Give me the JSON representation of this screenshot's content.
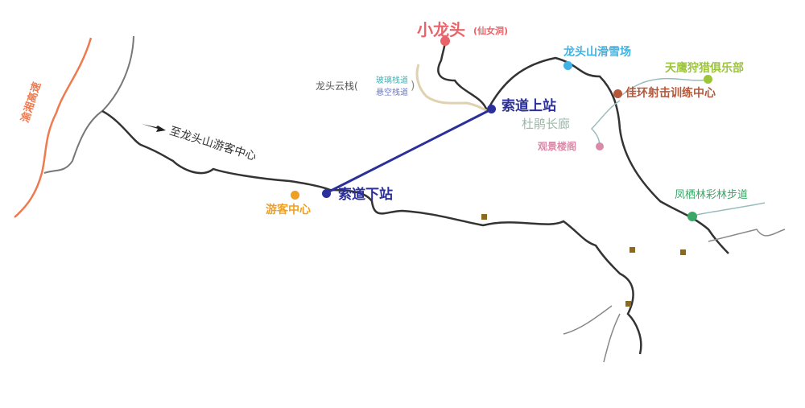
{
  "title": "龙头山景区导览图",
  "labels": {
    "xiaolongtou": "小龙头",
    "xiannvdong": "(仙女洞)",
    "longtou_yunzhan": "龙头云栈(",
    "boli_zhandao": "玻璃栈道",
    "xuankong_zhandao": "悬空栈道",
    "bracket_close": ")",
    "suodao_shangzhan": "索道上站",
    "suodao_xiazhan": "索道下站",
    "youke_zhongxin": "游客中心",
    "to_visitor_center": "至龙头山游客中心",
    "huaxuechang": "龙头山滑雪场",
    "shoulie_julebu": "天鹰狩猎俱乐部",
    "sheji_zhongxin": "佳环射击训练中心",
    "dujuan_changlang": "杜鹃长廊",
    "guanjing_louge": "观景楼阁",
    "caolin_budao": "凤栖林彩林步道",
    "highway": "渝湘高速"
  },
  "colors": {
    "cableway": "#2b2f9a",
    "red": "#e8646a",
    "cyan": "#3db3e6",
    "olive": "#9cc53a",
    "brown": "#b5583a",
    "pink": "#d98aa8",
    "green": "#3aa866",
    "orange": "#f0a020",
    "highway": "#ef7a50"
  }
}
